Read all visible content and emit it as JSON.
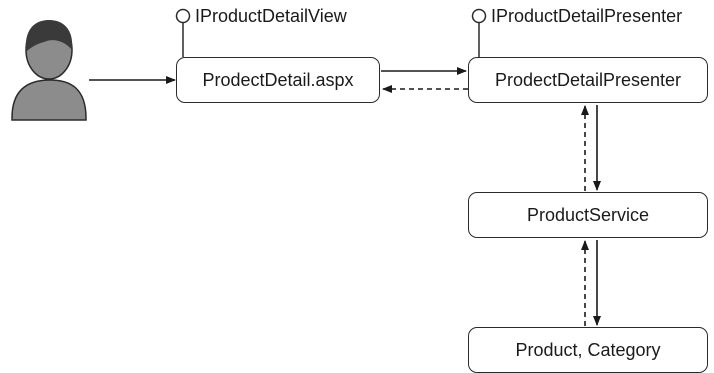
{
  "boxes": {
    "view": "ProdectDetail.aspx",
    "presenter": "ProdectDetailPresenter",
    "service": "ProductService",
    "model": "Product, Category"
  },
  "interfaces": {
    "view": "IProductDetailView",
    "presenter": "IProductDetailPresenter"
  },
  "icons": {
    "actor": "user-icon"
  },
  "colors": {
    "stroke": "#2b2b2b",
    "actor_fill": "#8c8c8c",
    "actor_dark": "#3a3a3a"
  }
}
